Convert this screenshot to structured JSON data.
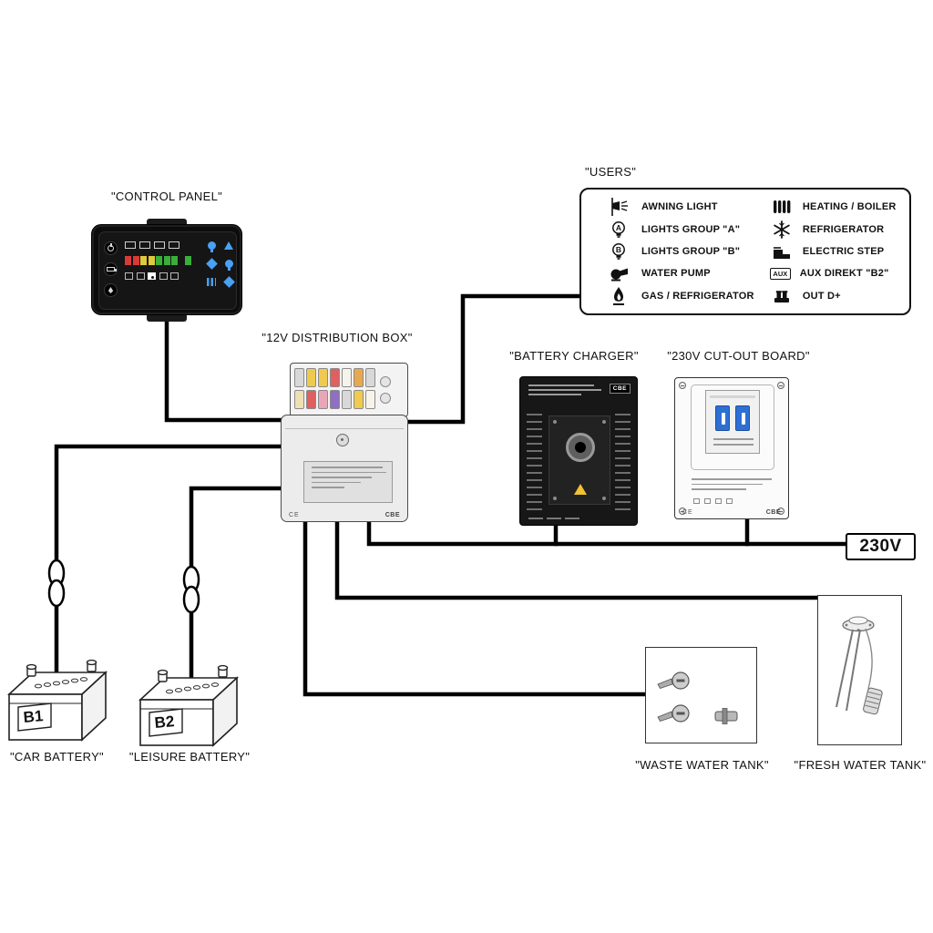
{
  "labels": {
    "control_panel": "\"CONTROL PANEL\"",
    "users": "\"USERS\"",
    "distribution_box": "\"12V DISTRIBUTION BOX\"",
    "battery_charger": "\"BATTERY CHARGER\"",
    "cutout_board": "\"230V CUT-OUT BOARD\"",
    "car_battery": "\"CAR BATTERY\"",
    "leisure_battery": "\"LEISURE BATTERY\"",
    "waste_tank": "\"WASTE WATER TANK\"",
    "fresh_tank": "\"FRESH WATER TANK\"",
    "voltage": "230V",
    "b1": "B1",
    "b2": "B2"
  },
  "users_legend": {
    "left": [
      {
        "icon": "awning-light-icon",
        "label": "AWNING LIGHT"
      },
      {
        "icon": "lights-group-a-icon",
        "label": "LIGHTS GROUP \"A\""
      },
      {
        "icon": "lights-group-b-icon",
        "label": "LIGHTS GROUP \"B\""
      },
      {
        "icon": "water-pump-icon",
        "label": "WATER PUMP"
      },
      {
        "icon": "gas-refrigerator-icon",
        "label": "GAS / REFRIGERATOR"
      }
    ],
    "right": [
      {
        "icon": "heating-boiler-icon",
        "label": "HEATING / BOILER"
      },
      {
        "icon": "refrigerator-icon",
        "label": "REFRIGERATOR"
      },
      {
        "icon": "electric-step-icon",
        "label": "ELECTRIC STEP"
      },
      {
        "icon": "aux-direkt-icon",
        "label": "AUX DIREKT \"B2\""
      },
      {
        "icon": "out-dplus-icon",
        "label": "OUT D+"
      }
    ]
  },
  "marks": {
    "aux": "AUX",
    "group_a": "A",
    "group_b": "B",
    "brand": "CBE",
    "ce": "CE"
  },
  "colors": {
    "wire": "#000000",
    "breaker_blue": "#2e6fd4",
    "led_red": "#d83a3a",
    "led_yellow": "#e0c93a",
    "led_green": "#3aae3a",
    "warning_yellow": "#f2c230",
    "panel_black": "#0c0c0c"
  }
}
